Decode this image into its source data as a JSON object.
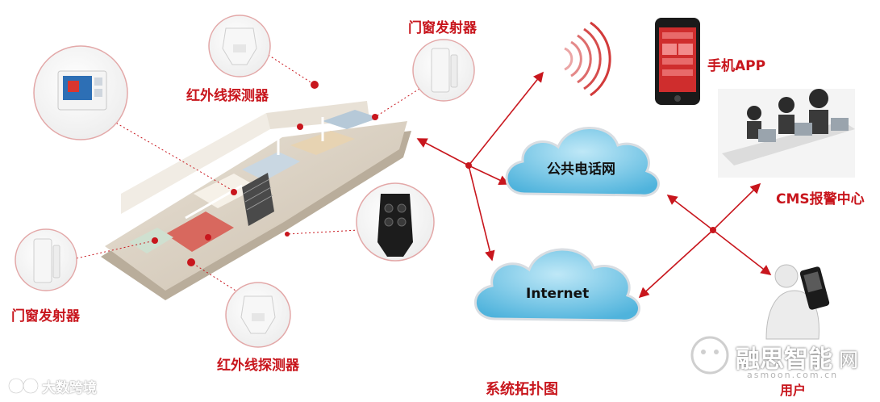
{
  "labels": {
    "door_sensor_top": "门窗发射器",
    "ir_detector_top": "红外线探测器",
    "door_sensor_left": "门窗发射器",
    "ir_detector_bottom": "红外线探测器",
    "mobile_app": "手机APP",
    "phone_network": "公共电话网",
    "internet": "Internet",
    "cms_center": "CMS报警中心",
    "user": "用户",
    "caption": "系统拓扑图"
  },
  "watermarks": {
    "bottom_left": "大数跨境",
    "bottom_right_name": "融思智能",
    "bottom_right_suffix": "网",
    "bottom_right_url": "asmoon.com.cn"
  },
  "colors": {
    "accent_red": "#c8161d",
    "cloud_blue": "#6fc5e6",
    "cloud_outline": "#d8dde2"
  }
}
